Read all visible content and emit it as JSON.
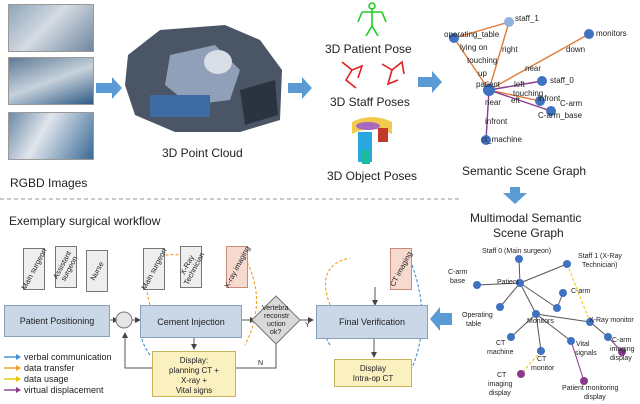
{
  "pipeline": {
    "rgbd_label": "RGBD Images",
    "point_cloud_label": "3D Point Cloud",
    "patient_pose_label": "3D Patient Pose",
    "staff_poses_label": "3D Staff Poses",
    "object_poses_label": "3D Object Poses",
    "scene_graph_label": "Semantic Scene Graph"
  },
  "scene_graph": {
    "nodes": [
      "staff_1",
      "operating_table",
      "monitors",
      "patient",
      "staff_0",
      "C-arm",
      "C-arm_base",
      "ct_machine"
    ],
    "edges": [
      "right",
      "lying on",
      "touching",
      "down",
      "up",
      "left",
      "near",
      "touching",
      "near",
      "eft",
      "infront",
      "infront"
    ]
  },
  "multimodal": {
    "title_line1": "Multimodal Semantic",
    "title_line2": "Scene Graph",
    "nodes": {
      "staff0": "Staff 0 (Main surgeon)",
      "staff1_line1": "Staff 1 (X-Ray",
      "staff1_line2": "Technician)",
      "carm_base_line1": "C-arm",
      "carm_base_line2": "base",
      "patient": "Patient",
      "carm": "C-arm",
      "op_table_line1": "Operating",
      "op_table_line2": "table",
      "xray_monitor": "X-Ray monitor",
      "monitors": "Monitors",
      "ct_machine_line1": "CT",
      "ct_machine_line2": "machine",
      "ct_monitor_line1": "CT",
      "ct_monitor_line2": "monitor",
      "vital_signals_line1": "Vital",
      "vital_signals_line2": "signals",
      "carm_imaging_line1": "C-arm",
      "carm_imaging_line2": "imaging",
      "carm_imaging_line3": "display",
      "ct_imaging_line1": "CT",
      "ct_imaging_line2": "imaging",
      "ct_imaging_line3": "display",
      "patient_monitoring_line1": "Patient monitoring",
      "patient_monitoring_line2": "display"
    }
  },
  "workflow": {
    "title": "Exemplary surgical workflow",
    "roles": {
      "main_surgeon": "Main surgeon",
      "assistant_surgeon": "Assistant surgeon",
      "nurse": "Nurse",
      "main_surgeon_2": "Main surgeon",
      "xray_technician": "X-Ray Technician",
      "xray_imaging": "X-ray imaging",
      "ct_imaging": "CT imaging"
    },
    "steps": {
      "patient_positioning": "Patient Positioning",
      "cement_injection": "Cement Injection",
      "final_verification": "Final Verification"
    },
    "decision": {
      "line1": "Vertebra",
      "line2": "reconstr",
      "line3": "uction",
      "line4": "ok?",
      "yes": "Y",
      "no": "N"
    },
    "displays": {
      "d1_line1": "Display:",
      "d1_line2": "planning CT +",
      "d1_line3": "X-ray +",
      "d1_line4": "Vital signs",
      "d2_line1": "Display",
      "d2_line2": "Intra-op CT"
    },
    "legend": [
      {
        "label": "verbal communication",
        "color": "#3a8fd6"
      },
      {
        "label": "data transfer",
        "color": "#f0a020"
      },
      {
        "label": "data usage",
        "color": "#e8c400"
      },
      {
        "label": "virtual displacement",
        "color": "#8c3a8c"
      }
    ]
  },
  "colors": {
    "arrow": "#5b9bd5",
    "node": "#3f72c0",
    "edge_orange": "#e07b39",
    "edge_purple": "#8c3a8c"
  }
}
